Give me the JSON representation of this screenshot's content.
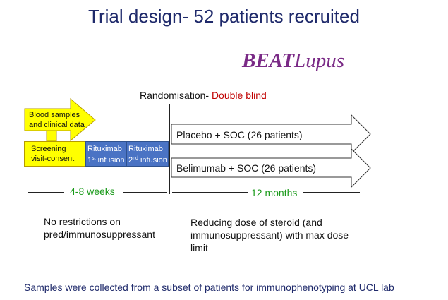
{
  "title": "Trial design- 52 patients recruited",
  "logo": {
    "part1": "BEAT",
    "part2": "Lupus"
  },
  "randomisation": {
    "label": "Randomisation- ",
    "blind": "Double blind"
  },
  "blood_samples": {
    "line1": "Blood samples",
    "line2": "and clinical data"
  },
  "screening": {
    "line1": "Screening",
    "line2": "visit-consent"
  },
  "rituximab1": {
    "line1": "Rituximab",
    "line2_pre": "1",
    "line2_sup": "st",
    "line2_post": " infusion"
  },
  "rituximab2": {
    "line1": "Rituximab",
    "line2_pre": "2",
    "line2_sup": "nd",
    "line2_post": " infusion"
  },
  "arms": [
    {
      "label": "Placebo + SOC (26 patients)"
    },
    {
      "label": "Belimumab + SOC (26 patients)"
    }
  ],
  "timeline": {
    "pre_period": "4-8 weeks",
    "post_period": "12 months"
  },
  "descriptions": {
    "left_line1": "No restrictions on",
    "left_line2": "pred/immunosuppressant",
    "right_line1": "Reducing dose of steroid (and",
    "right_line2": "immunosuppressant) with max dose",
    "right_line3": "limit"
  },
  "footnote": "Samples were collected from a subset of patients for immunophenotyping at UCL lab",
  "colors": {
    "title": "#1f2a6b",
    "logo": "#7a2a86",
    "double_blind": "#c00000",
    "timeline_label": "#1a9a1a",
    "yellow": "#ffff00",
    "blue": "#4a73c4"
  }
}
